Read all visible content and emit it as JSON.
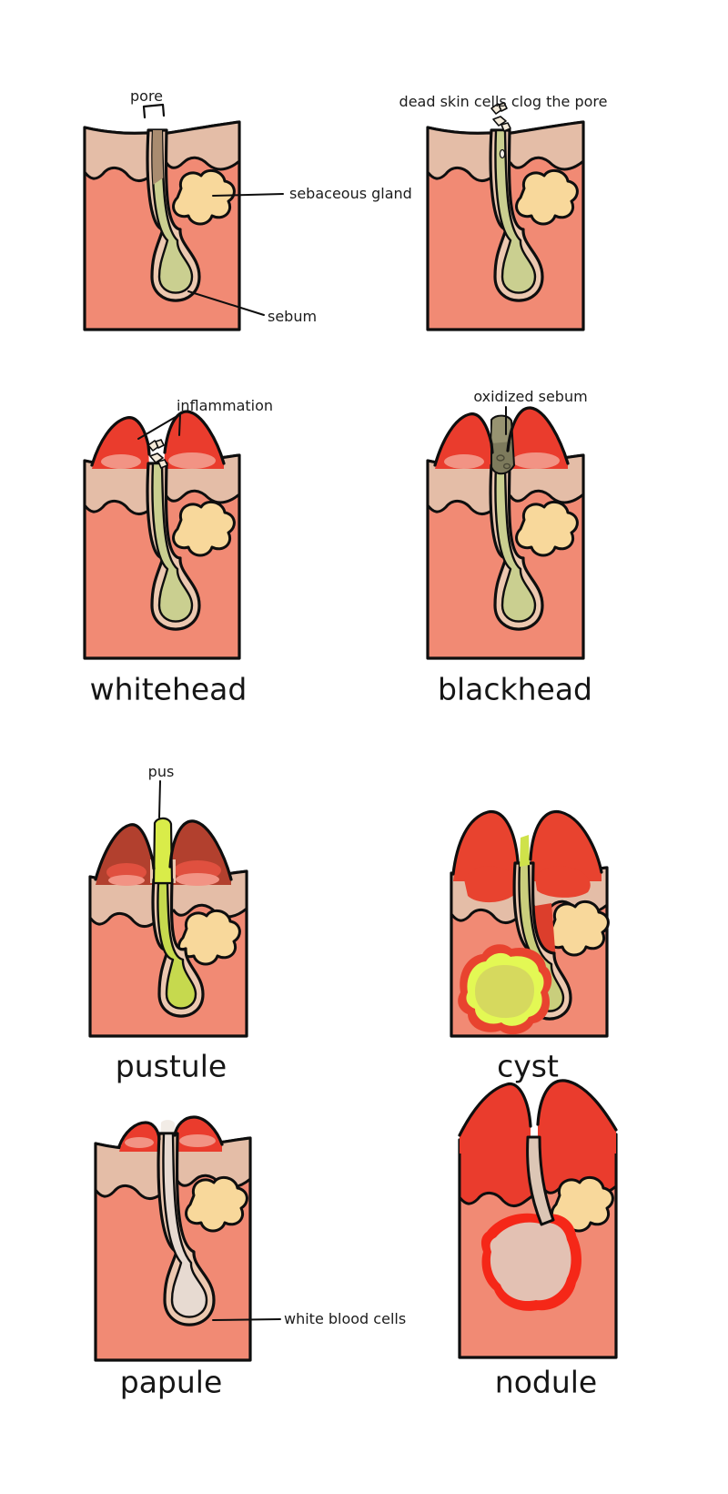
{
  "diagram": {
    "annotations": {
      "pore": "pore",
      "clog_heading": "dead skin cells clog the pore",
      "sebaceous_gland": "sebaceous gland",
      "sebum": "sebum",
      "inflammation": "inflammation",
      "oxidized_sebum": "oxidized sebum",
      "pus": "pus",
      "white_blood_cells": "white blood cells"
    },
    "captions": {
      "whitehead": "whitehead",
      "blackhead": "blackhead",
      "pustule": "pustule",
      "cyst": "cyst",
      "papule": "papule",
      "nodule": "nodule"
    },
    "palette": {
      "outline": "#0e0e0e",
      "epidermis": "#e4bda7",
      "dermis": "#f18a74",
      "follicle_wall": "#ecc8b0",
      "sebum": "#cacf90",
      "sebum_brown": "#a98c70",
      "gland": "#f8d89b",
      "inflammation_red": "#ea3c2d",
      "inflammation_dark": "#b2402e",
      "inflammation_fade": "#f29384",
      "bright_red_fade": "#e0503f",
      "pus": "#c6d94e",
      "pus_bright": "#d9ec49",
      "oxidized": "#7d7a5c",
      "oxidized_light": "#979371",
      "white_blood": "#e7dad1",
      "flake": "#f4ead9",
      "pale_gap": "#f2ece6",
      "cyst_ring_red": "#e8432f",
      "cyst_ring_bright": "#e3f854",
      "cyst_fill": "#d6d95e",
      "cyst_bulb": "#c9ce7c",
      "nodule_ring": "#f52718",
      "nodule_fill": "#e3c1b3",
      "nodule_canal": "#dcc6b5"
    }
  }
}
